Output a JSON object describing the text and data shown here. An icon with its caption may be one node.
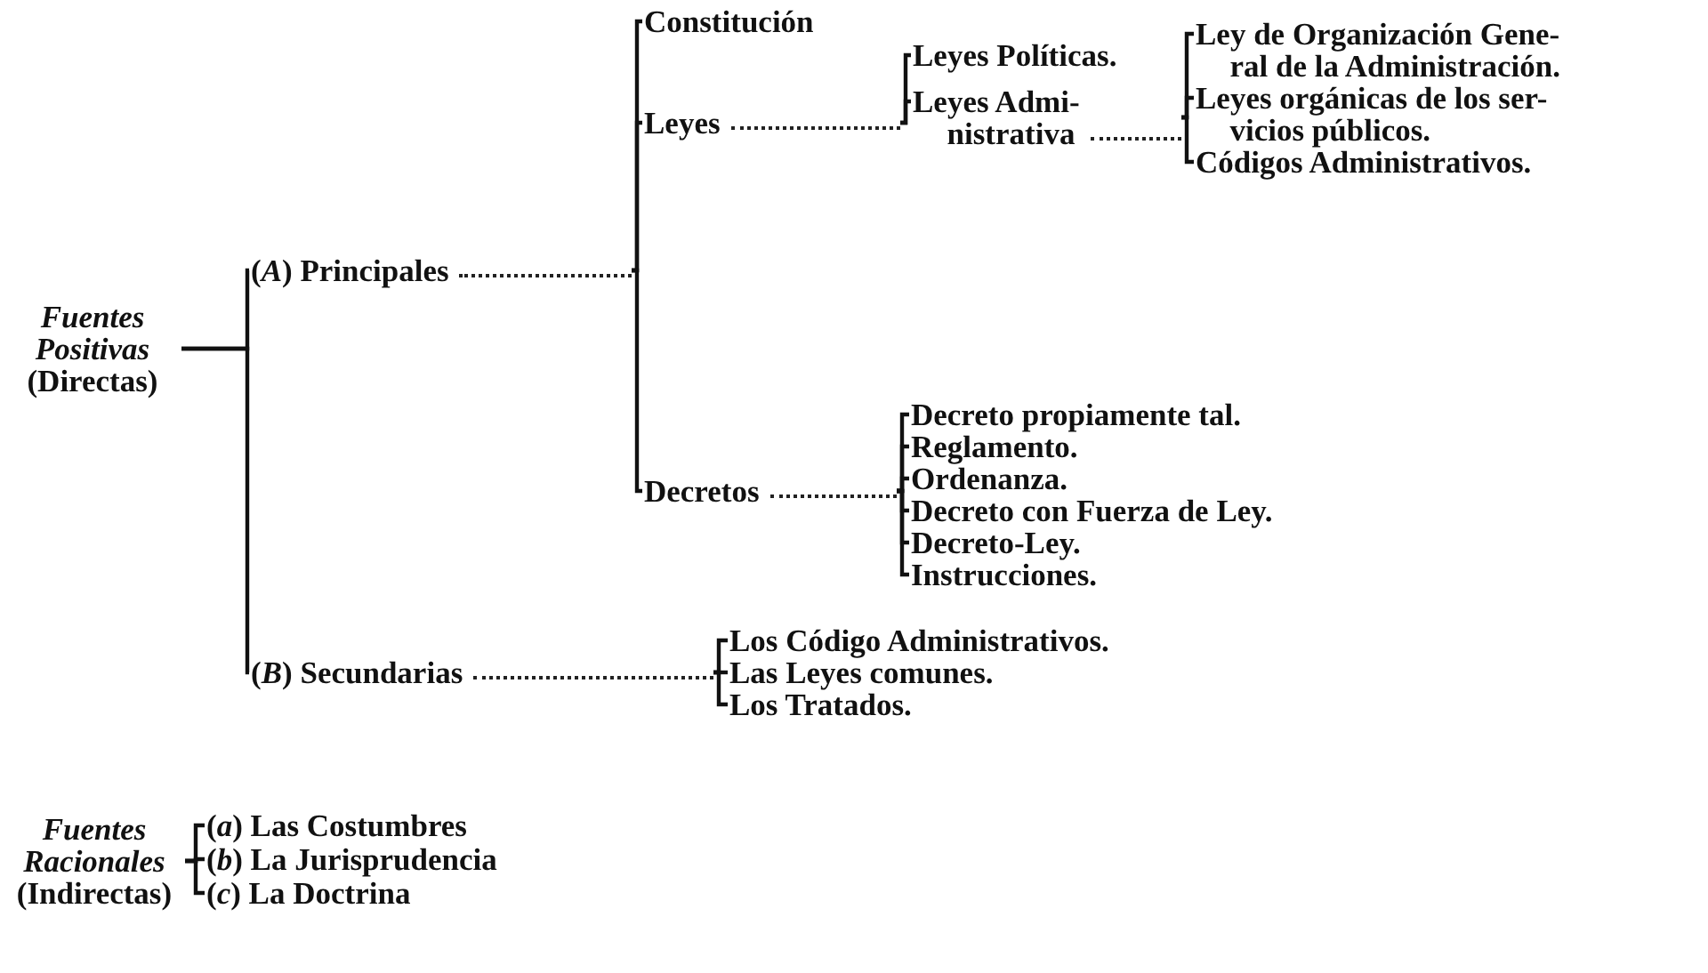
{
  "diagram": {
    "nodes": [
      {
        "text": [
          "*Fuentes Positivas* (Directas)"
        ]
      },
      {
        "text": [
          "(*A*) Principales"
        ]
      },
      {
        "text": [
          "Constitución"
        ]
      },
      {
        "text": [
          "Leyes"
        ]
      },
      {
        "text": [
          "Leyes Políticas."
        ]
      },
      {
        "text": [
          "Leyes Admi- nistrativa"
        ]
      },
      {
        "text": [
          "Ley de Organización Gene- ral de la Administración."
        ]
      },
      {
        "text": [
          "Leyes orgánicas de los ser- vicios públicos."
        ]
      },
      {
        "text": [
          "Códigos Administrativos."
        ]
      },
      {
        "text": [
          "Decretos"
        ]
      },
      {
        "text": [
          "Decreto propiamente tal."
        ]
      },
      {
        "text": [
          "Reglamento."
        ]
      },
      {
        "text": [
          "Ordenanza."
        ]
      },
      {
        "text": [
          "Decreto con Fuerza de Ley."
        ]
      },
      {
        "text": [
          "Decreto-Ley."
        ]
      },
      {
        "text": [
          "Instrucciones."
        ]
      },
      {
        "text": [
          "(*B*) Secundarias"
        ]
      },
      {
        "text": [
          "Los Código Administrativos."
        ]
      },
      {
        "text": [
          "Las Leyes comunes."
        ]
      },
      {
        "text": [
          "Los Tratados."
        ]
      },
      {
        "text": [
          "*Fuentes Racionales* (Indirectas)"
        ]
      },
      {
        "text": [
          "(*a*) Las Costumbres"
        ]
      },
      {
        "text": [
          "(*b*) La Jurisprudencia"
        ]
      },
      {
        "text": [
          "(*c*) La Doctrina"
        ]
      }
    ],
    "edges": [
      {
        "from": 0,
        "to": 1,
        "arrow": "none"
      },
      {
        "from": 0,
        "to": 16,
        "arrow": "none"
      },
      {
        "from": 1,
        "to": 2,
        "arrow": "none"
      },
      {
        "from": 1,
        "to": 3,
        "arrow": "none"
      },
      {
        "from": 1,
        "to": 9,
        "arrow": "none"
      },
      {
        "from": 3,
        "to": 4,
        "arrow": "none"
      },
      {
        "from": 3,
        "to": 5,
        "arrow": "none"
      },
      {
        "from": 5,
        "to": 6,
        "arrow": "none"
      },
      {
        "from": 5,
        "to": 7,
        "arrow": "none"
      },
      {
        "from": 5,
        "to": 8,
        "arrow": "none"
      },
      {
        "from": 9,
        "to": 10,
        "arrow": "none"
      },
      {
        "from": 9,
        "to": 11,
        "arrow": "none"
      },
      {
        "from": 9,
        "to": 12,
        "arrow": "none"
      },
      {
        "from": 9,
        "to": 13,
        "arrow": "none"
      },
      {
        "from": 9,
        "to": 14,
        "arrow": "none"
      },
      {
        "from": 9,
        "to": 15,
        "arrow": "none"
      },
      {
        "from": 16,
        "to": 17,
        "arrow": "none"
      },
      {
        "from": 16,
        "to": 18,
        "arrow": "none"
      },
      {
        "from": 16,
        "to": 19,
        "arrow": "none"
      },
      {
        "from": 20,
        "to": 21,
        "arrow": "none"
      },
      {
        "from": 20,
        "to": 22,
        "arrow": "none"
      },
      {
        "from": 20,
        "to": 23,
        "arrow": "none"
      }
    ]
  }
}
